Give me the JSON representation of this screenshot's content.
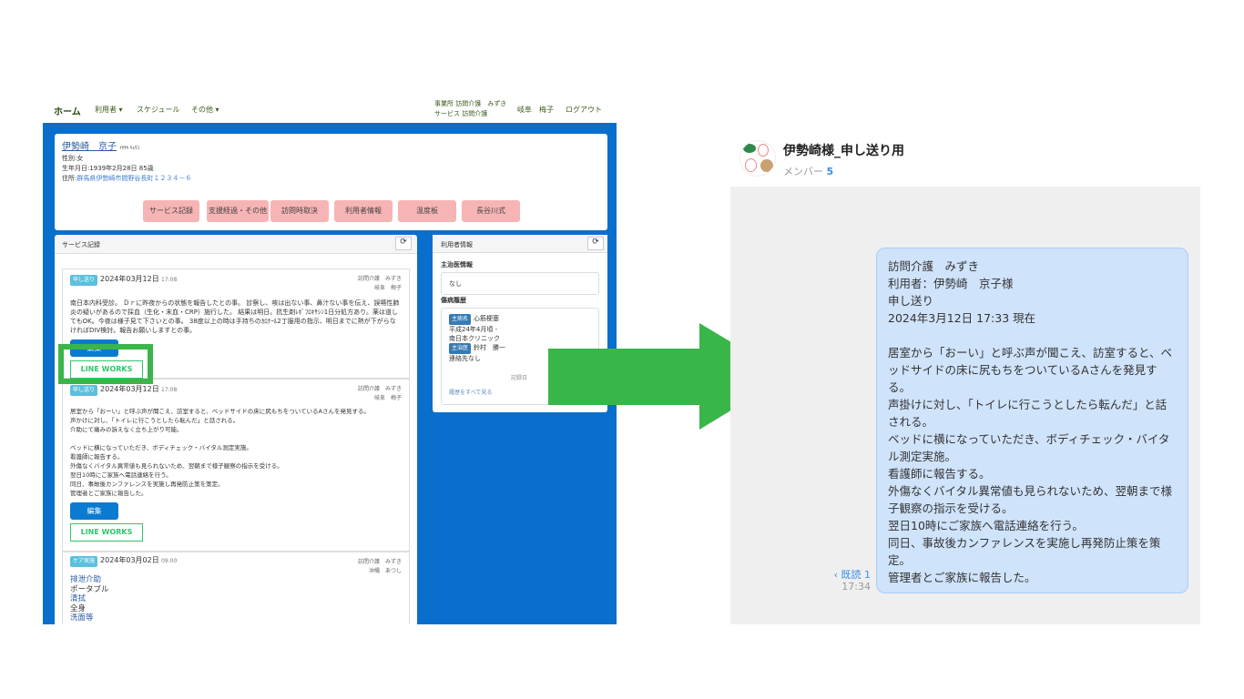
{
  "nav": {
    "home": "ホーム",
    "users": "利用者 ▾",
    "schedule": "スケジュール",
    "other": "その他 ▾",
    "office": "事業所 訪問介護　みずき",
    "service": "サービス 訪問介護",
    "staff": "岐阜　梅子",
    "logout": "ログアウト"
  },
  "profile": {
    "name": "伊勢崎　京子",
    "kana": "ｲｾｻｷ ｷｮｳｺ",
    "gender": "性別:女",
    "birth": "生年月日:1939年2月28日 85歳",
    "address_label": "住所:",
    "address": "群馬県伊勢崎市間野谷長町１２３４－６"
  },
  "buttons": [
    "サービス記録",
    "支援経過・その他",
    "訪問時取決",
    "利用者情報",
    "温度板",
    "長谷川式"
  ],
  "service_panel": {
    "title": "サービス記録",
    "records": [
      {
        "badge": "申し送り",
        "date": "2024年03月12日",
        "time": "17:08",
        "office": "訪問介護　みずき",
        "staff": "岐阜　梅子",
        "lines": [
          "南日本内科受診。 Ｄｒに昨夜からの状態を報告したとの事。 診察し、咳は出ない事、鼻汁ない事を伝え、誤嚥性肺炎の疑いがあるので採血（生化・末血・CRP）施行した。 結果は明日。抗生剤ﾚﾎﾞﾌﾛｷｻｼﾝ1日分処方あり。薬は道してもOK。今夜は様子見て下さいとの事。 38度以上の時は手持ちのｶﾛﾅｰﾙ2丁服用の指示、明日までに熱が下がらなければDIV検討。報告お願いしますとの事。"
        ],
        "edit": "編集",
        "lineworks": "LINE WORKS"
      },
      {
        "badge": "申し送り",
        "date": "2024年03月12日",
        "time": "17:08",
        "office": "訪問介護　みずき",
        "staff": "岐阜　梅子",
        "lines": [
          "居室から「おーい」と呼ぶ声が聞こえ、訪室すると、ベッドサイドの床に尻もちをついているAさんを発見する。",
          "声かけに対し、「トイレに行こうとしたら転んだ」と話される。",
          "介助にて痛みの訴えなく立ち上がり可能。",
          "",
          "ベッドに横になっていただき、ボディチェック・バイタル測定実施。",
          "看護師に報告する。",
          "外傷なくバイタル異常値も見られないため、翌朝まで様子観察の指示を受ける。",
          "翌日10時にご家族へ電話連絡を行う。",
          "同日、事故後カンファレンスを実施し再発防止策を策定。",
          "管理者とご家族に報告した。"
        ],
        "edit": "編集",
        "lineworks": "LINE WORKS"
      },
      {
        "badge": "ケア実施",
        "date": "2024年03月02日",
        "time": "09:00",
        "office": "訪問介護　みずき",
        "staff": "沖縄　あつし",
        "lines": [
          "排泄介助",
          "ポータブル",
          "清拭",
          "全身",
          "洗面等"
        ]
      }
    ]
  },
  "user_panel": {
    "title": "利用者情報",
    "doctor_label": "主治医情報",
    "doctor": "なし",
    "history_label": "傷病履歴",
    "disease_badge": "主病名",
    "disease": "心筋梗塞",
    "since": "平成24年4月頃 -",
    "clinic": "南日本クリニック",
    "doctor_badge": "主治医",
    "doctor_name": "鈴村　勝一",
    "contact": "連絡先なし",
    "record_note": "記録日",
    "see_all": "履歴をすべて見る"
  },
  "chat": {
    "title": "伊勢崎様_申し送り用",
    "members_label": "メンバー",
    "members": "5",
    "read": "‹ 既読 1",
    "time": "17:34",
    "message": [
      "訪問介護　みずき",
      "利用者：伊勢崎　京子様",
      "申し送り",
      "2024年3月12日 17:33 現在",
      "",
      "居室から「おーい」と呼ぶ声が聞こえ、訪室すると、ベッドサイドの床に尻もちをついているAさんを発見する。",
      "声掛けに対し、「トイレに行こうとしたら転んだ」と話される。",
      "ベッドに横になっていただき、ボディチェック・バイタル測定実施。",
      "看護師に報告する。",
      "外傷なくバイタル異常値も見られないため、翌朝まで様子観察の指示を受ける。",
      "翌日10時にご家族へ電話連絡を行う。",
      "同日、事故後カンファレンスを実施し再発防止策を策定。",
      "管理者とご家族に報告した。"
    ]
  },
  "colors": {
    "blue": "#0a6fcc",
    "green": "#3ab54a",
    "bubble": "#cfe3fb"
  }
}
